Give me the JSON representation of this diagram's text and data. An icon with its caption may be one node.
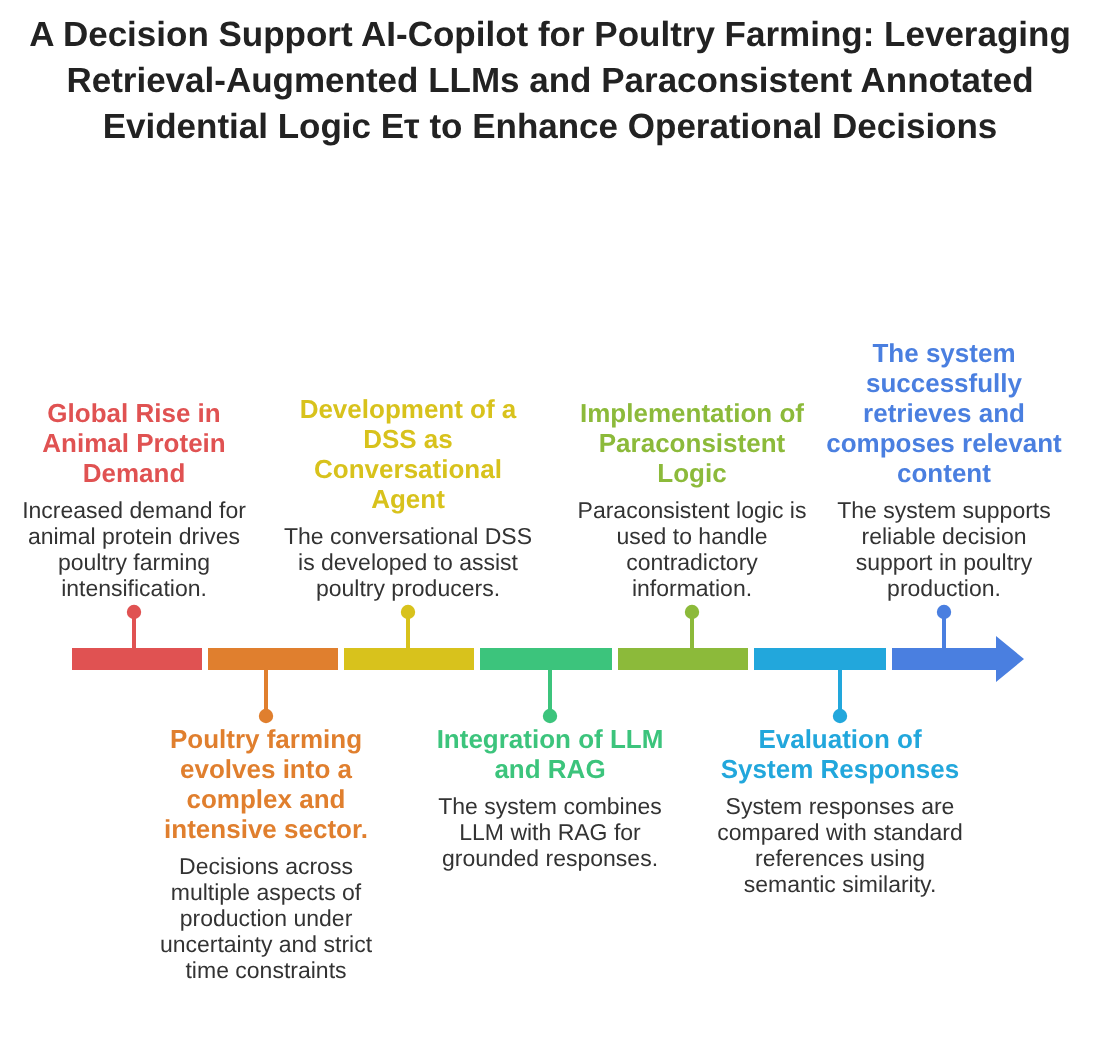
{
  "diagram": {
    "title": "A Decision Support AI-Copilot for Poultry Farming: Leveraging Retrieval-Augmented LLMs and Paraconsistent Annotated Evidential Logic Eτ to Enhance Operational Decisions",
    "nodes": [
      {
        "text": [
          "Global Rise in Animal Protein Demand",
          "Increased demand for animal protein drives poultry farming intensification."
        ]
      },
      {
        "text": [
          "Poultry farming evolves into a complex and intensive sector.",
          "Decisions across multiple aspects of production under uncertainty and strict time constraints"
        ]
      },
      {
        "text": [
          "Development of a DSS as Conversational Agent",
          "The conversational DSS is developed to assist poultry producers."
        ]
      },
      {
        "text": [
          "Integration of LLM and RAG",
          "The system combines LLM with RAG for grounded responses."
        ]
      },
      {
        "text": [
          "Implementation of Paraconsistent Logic",
          "Paraconsistent logic is used to handle contradictory information."
        ]
      },
      {
        "text": [
          "Evaluation of System Responses",
          "System responses are compared with standard references using semantic similarity."
        ]
      },
      {
        "text": [
          "The system successfully retrieves and composes relevant content",
          "The system supports reliable decision support in poultry production."
        ]
      },
      {
        "text": [],
        "shape": "bar"
      },
      {
        "text": [],
        "shape": "bar"
      },
      {
        "text": [],
        "shape": "bar"
      },
      {
        "text": [],
        "shape": "bar"
      },
      {
        "text": [],
        "shape": "bar"
      },
      {
        "text": [],
        "shape": "bar"
      },
      {
        "text": [],
        "shape": "bar"
      }
    ],
    "edges": [
      {
        "from": 0,
        "to": 7,
        "arrow": "other",
        "color": "#e05252"
      },
      {
        "from": 1,
        "to": 8,
        "arrow": "other",
        "color": "#e07f2e"
      },
      {
        "from": 2,
        "to": 9,
        "arrow": "other",
        "color": "#d8c21c"
      },
      {
        "from": 3,
        "to": 10,
        "arrow": "other",
        "color": "#3cc47c"
      },
      {
        "from": 4,
        "to": 11,
        "arrow": "other",
        "color": "#8cba3a"
      },
      {
        "from": 5,
        "to": 12,
        "arrow": "other",
        "color": "#22a7dc"
      },
      {
        "from": 6,
        "to": 13,
        "arrow": "other",
        "color": "#4a7fe0"
      }
    ]
  }
}
